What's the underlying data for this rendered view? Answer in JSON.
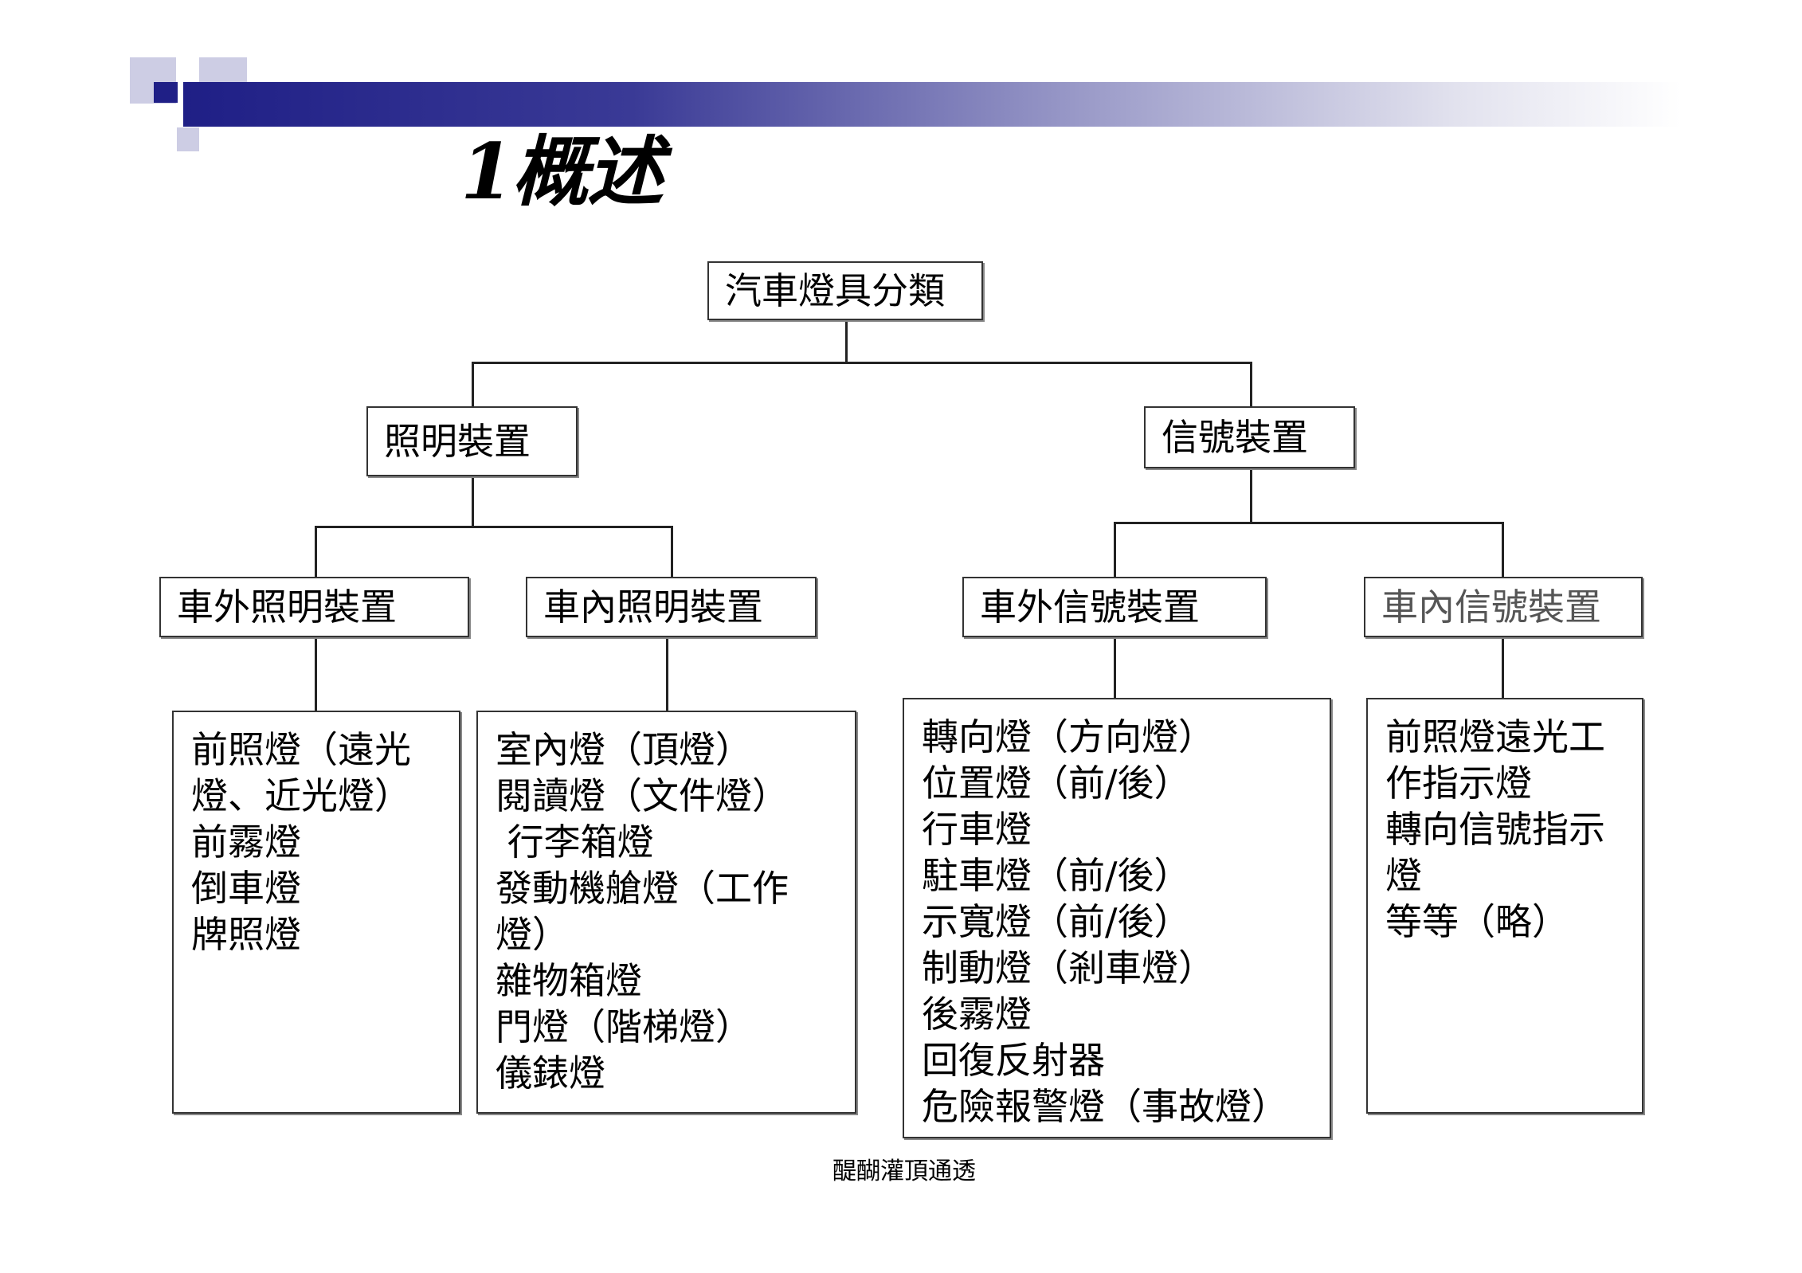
{
  "title": "1概述",
  "diagram": {
    "root": "汽車燈具分類",
    "lighting": {
      "label": "照明裝置",
      "exterior": {
        "label": "車外照明裝置",
        "items": [
          "前照燈（遠光",
          "燈、近光燈）",
          "前霧燈",
          "倒車燈",
          "牌照燈"
        ]
      },
      "interior": {
        "label": "車內照明裝置",
        "items": [
          "室內燈（頂燈）",
          "閱讀燈（文件燈）",
          " 行李箱燈",
          "發動機艙燈（工作",
          "燈）",
          "雜物箱燈",
          "門燈（階梯燈）",
          "儀錶燈"
        ]
      }
    },
    "signal": {
      "label": "信號裝置",
      "exterior": {
        "label": "車外信號裝置",
        "items": [
          "轉向燈（方向燈）",
          "位置燈（前/後）",
          "行車燈",
          "駐車燈（前/後）",
          "示寬燈（前/後）",
          "制動燈（剎車燈）",
          "後霧燈",
          "回復反射器",
          "危險報警燈（事故燈）"
        ]
      },
      "interior": {
        "label": "車內信號裝置",
        "items": [
          "前照燈遠光工",
          "作指示燈",
          "轉向信號指示",
          "燈",
          "等等（略）"
        ]
      }
    }
  },
  "footer": "醍醐灌頂通透",
  "colors": {
    "header_bar_start": "#1f1f86",
    "header_bar_end": "#ffffff",
    "square_dark": "#1f1f86",
    "square_light": "#c8c8e2"
  }
}
